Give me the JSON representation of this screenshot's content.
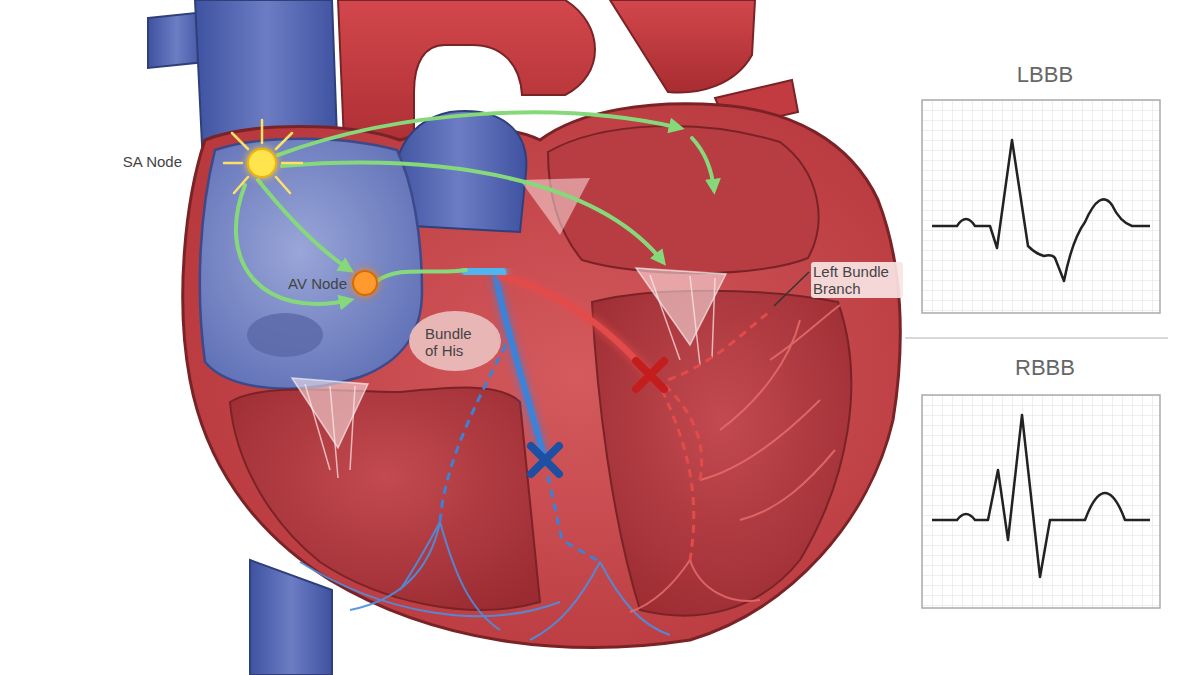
{
  "diagram": {
    "nodes": [
      {
        "text": [
          "LBBB"
        ]
      },
      {
        "text": [
          "RBBB"
        ]
      }
    ],
    "labels": [
      "SA Node",
      "AV Node",
      "Bundle of His",
      "Left Bundle Branch"
    ]
  }
}
